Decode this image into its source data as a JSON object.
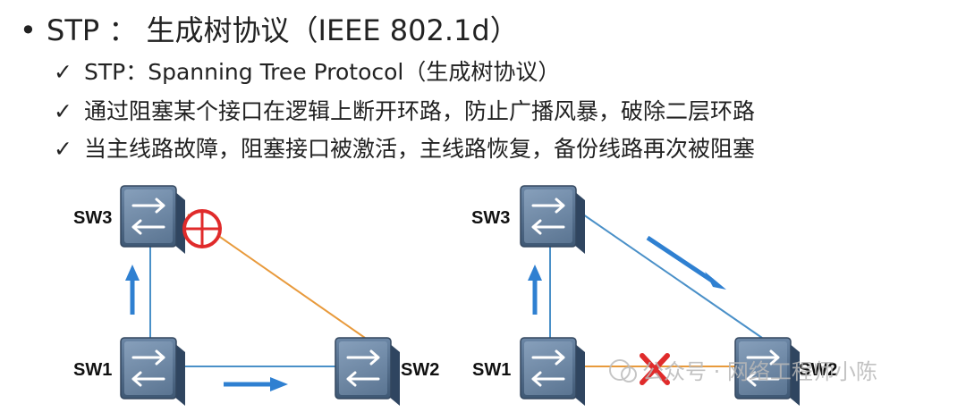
{
  "heading": {
    "bullet": "•",
    "text": "STP ： 生成树协议（IEEE 802.1d）"
  },
  "points": [
    {
      "check": "✓",
      "text": "STP：Spanning Tree Protocol（生成树协议）"
    },
    {
      "check": "✓",
      "text": "通过阻塞某个接口在逻辑上断开环路，防止广播风暴，破除二层环路"
    },
    {
      "check": "✓",
      "text": "当主线路故障，阻塞接口被激活，主线路恢复，备份线路再次被阻塞"
    }
  ],
  "left_diagram": {
    "switches": {
      "top": "SW3",
      "bottom_left": "SW1",
      "bottom_right": "SW2"
    }
  },
  "right_diagram": {
    "switches": {
      "top": "SW3",
      "bottom_left": "SW1",
      "bottom_right": "SW2"
    }
  },
  "watermark": "公众号 · 网络工程师小陈",
  "colors": {
    "link_blue": "#4a90c8",
    "link_orange": "#e89a3c",
    "arrow_blue": "#2f80d1",
    "blocked_red": "#e02b2b",
    "switch_body": "#5d7a9a"
  }
}
